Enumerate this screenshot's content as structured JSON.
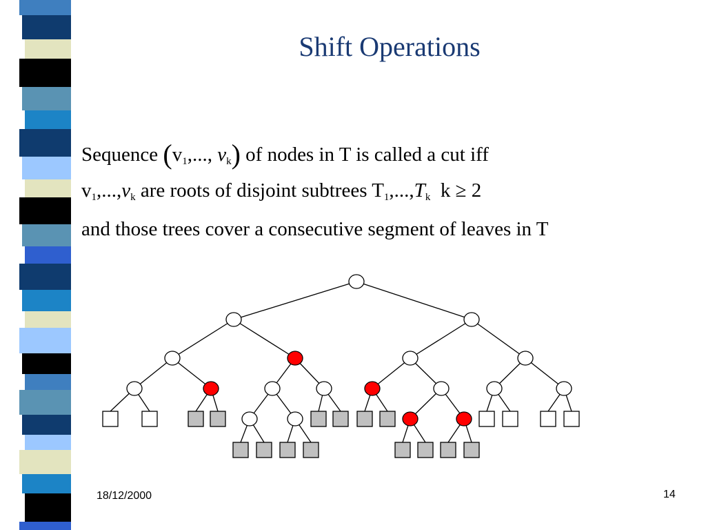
{
  "slide": {
    "title": "Shift Operations",
    "date": "18/12/2000",
    "page_number": "14"
  },
  "definition": {
    "line1": {
      "word_sequence": "Sequence",
      "open_paren": "(",
      "v": "v",
      "sub_1": "1",
      "ellipsis": ",...,",
      "v_italic": "v",
      "sub_k": "k",
      "close_paren": ")",
      "rest": "of nodes in T is called a cut iff"
    },
    "line2": {
      "v": "v",
      "sub_1": "1",
      "ellipsis": ",...,",
      "v_italic": "v",
      "sub_k": "k",
      "middle": "are roots of disjoint subtrees T",
      "sub_1b": "1",
      "ellipsis_b": ",...,",
      "t_italic": "T",
      "sub_kb": "k",
      "condition": "k ≥ 2"
    },
    "line3": "and those trees cover a consecutive segment of leaves in T"
  },
  "colors": {
    "title": "#1a3a73",
    "cut_node": "#ff0000",
    "leaf_fill_gray": "#c0c0c0",
    "node_fill": "#ffffff"
  },
  "tree": {
    "cut_nodes": [
      "level2-node2",
      "level3-node2",
      "level3-node5",
      "level4-node5",
      "level4-node6"
    ]
  }
}
